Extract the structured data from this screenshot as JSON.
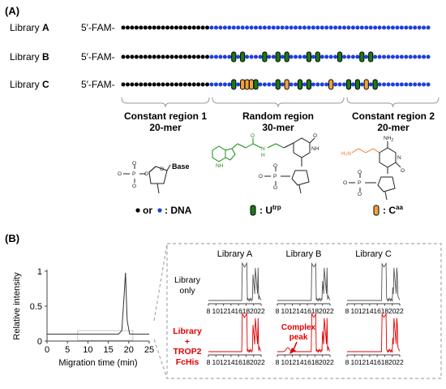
{
  "panel_a": {
    "label": "(A)",
    "prefix": "5′-FAM-",
    "libraries": [
      {
        "name": "Library ",
        "letter": "A"
      },
      {
        "name": "Library ",
        "letter": "B"
      },
      {
        "name": "Library ",
        "letter": "C"
      }
    ],
    "regions": [
      {
        "title": "Constant region 1",
        "sub": "20-mer"
      },
      {
        "title": "Random region",
        "sub": "30-mer"
      },
      {
        "title": "Constant region 2",
        "sub": "20-mer"
      }
    ],
    "structures": {
      "base_label": "Base",
      "legend_dna": "or",
      "legend_dna_text": ": DNA",
      "legend_utrp": ": U",
      "legend_utrp_sup": "trp",
      "legend_caa": ": C",
      "legend_caa_sup": "aa",
      "atoms": {
        "P": "P",
        "O": "O",
        "N": "N",
        "H": "H",
        "NH": "NH",
        "NH2": "NH",
        "NH2sub": "2",
        "H2N": "H₂N"
      }
    },
    "colors": {
      "dna_black": "#000000",
      "dna_blue": "#1f3fd8",
      "utrp": "#1a7a1a",
      "caa": "#f2a33a"
    }
  },
  "panel_b": {
    "label": "(B)",
    "chart_data": [
      {
        "type": "line",
        "title": "",
        "xlabel": "Migration time (min)",
        "ylabel": "Relative intensity",
        "xlim": [
          0,
          25
        ],
        "ylim": [
          0,
          1
        ],
        "xticks": [
          0,
          5,
          10,
          15,
          20,
          25
        ],
        "yticks": [
          0,
          0.5,
          1
        ],
        "series": [
          {
            "x": [
              0,
              17.5,
              18.3,
              18.8,
              19.2,
              19.6,
              20.2,
              25
            ],
            "y": [
              0.1,
              0.1,
              0.15,
              0.6,
              0.98,
              0.3,
              0.1,
              0.1
            ]
          }
        ]
      }
    ],
    "inset": {
      "columns": [
        "Library A",
        "Library B",
        "Library C"
      ],
      "row_labels": [
        {
          "lines": [
            "Library",
            "only"
          ],
          "color": "#000000"
        },
        {
          "lines": [
            "Library",
            "+",
            "TROP2",
            "FcHis"
          ],
          "color": "#e00000"
        }
      ],
      "xticks": [
        "8",
        "10",
        "12",
        "14",
        "16",
        "18",
        "20",
        "22"
      ],
      "annotation": {
        "line1": "Complex",
        "line2": "peak",
        "color": "#e00000"
      }
    }
  }
}
